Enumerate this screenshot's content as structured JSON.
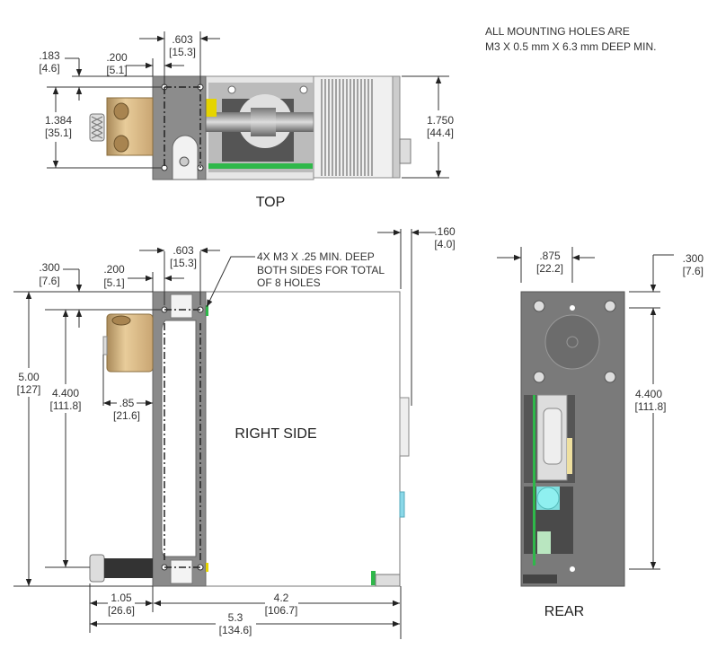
{
  "notes": {
    "mounting_line1": "ALL MOUNTING HOLES ARE",
    "mounting_line2": "M3 X 0.5 mm X 6.3 mm DEEP MIN.",
    "holes_line1": "4X M3 X .25 MIN. DEEP",
    "holes_line2": "BOTH SIDES FOR TOTAL",
    "holes_line3": "OF 8 HOLES"
  },
  "views": {
    "top": {
      "title": "TOP",
      "dims": {
        "d603": {
          "in": ".603",
          "mm": "[15.3]"
        },
        "d200": {
          "in": ".200",
          "mm": "[5.1]"
        },
        "d183": {
          "in": ".183",
          "mm": "[4.6]"
        },
        "d1384": {
          "in": "1.384",
          "mm": "[35.1]"
        },
        "d1750": {
          "in": "1.750",
          "mm": "[44.4]"
        }
      }
    },
    "right": {
      "title": "RIGHT SIDE",
      "dims": {
        "d300": {
          "in": ".300",
          "mm": "[7.6]"
        },
        "d200": {
          "in": ".200",
          "mm": "[5.1]"
        },
        "d603": {
          "in": ".603",
          "mm": "[15.3]"
        },
        "d160": {
          "in": ".160",
          "mm": "[4.0]"
        },
        "d500": {
          "in": "5.00",
          "mm": "[127]"
        },
        "d4400": {
          "in": "4.400",
          "mm": "[111.8]"
        },
        "d85": {
          "in": ".85",
          "mm": "[21.6]"
        },
        "d105": {
          "in": "1.05",
          "mm": "[26.6]"
        },
        "d42": {
          "in": "4.2",
          "mm": "[106.7]"
        },
        "d53": {
          "in": "5.3",
          "mm": "[134.6]"
        }
      }
    },
    "rear": {
      "title": "REAR",
      "dims": {
        "d875": {
          "in": ".875",
          "mm": "[22.2]"
        },
        "d300": {
          "in": ".300",
          "mm": "[7.6]"
        },
        "d4400": {
          "in": "4.400",
          "mm": "[111.8]"
        }
      }
    }
  }
}
